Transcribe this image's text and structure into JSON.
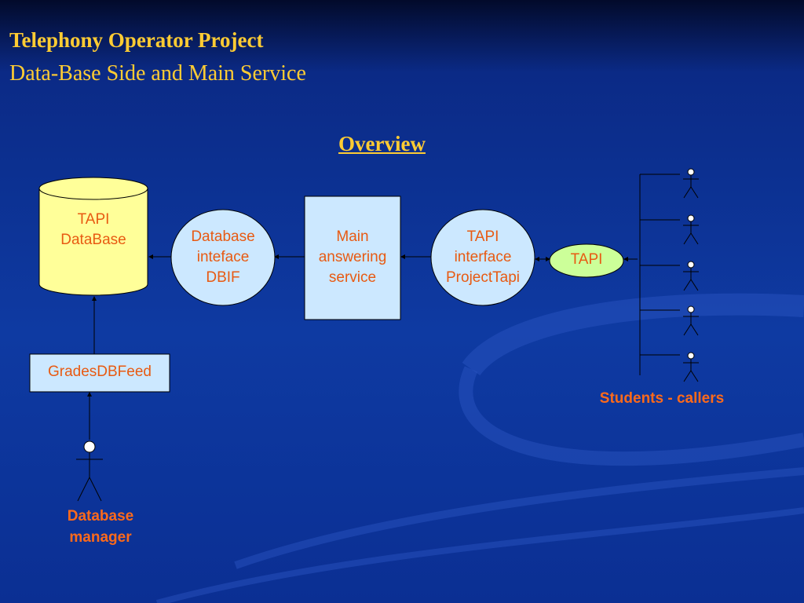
{
  "header": {
    "title": "Telephony Operator Project",
    "subtitle": "Data-Base Side and Main Service",
    "section": "Overview"
  },
  "nodes": {
    "database": {
      "line1": "TAPI",
      "line2": "DataBase"
    },
    "dbif": {
      "line1": "Database",
      "line2": "inteface",
      "line3": "DBIF"
    },
    "main_service": {
      "line1": "Main",
      "line2": "answering",
      "line3": "service"
    },
    "tapi_interface": {
      "line1": "TAPI",
      "line2": "interface",
      "line3": "ProjectTapi"
    },
    "tapi": {
      "label": "TAPI"
    },
    "grades_feed": {
      "label": "GradesDBFeed"
    }
  },
  "actors": {
    "students_label": "Students - callers",
    "db_manager_line1": "Database",
    "db_manager_line2": "manager"
  },
  "colors": {
    "title": "#ffcc33",
    "node_text": "#e85a12",
    "actor_text": "#ff6a1a",
    "database_fill": "#ffff99",
    "box_fill": "#cce8ff",
    "tapi_fill": "#ccff99"
  }
}
